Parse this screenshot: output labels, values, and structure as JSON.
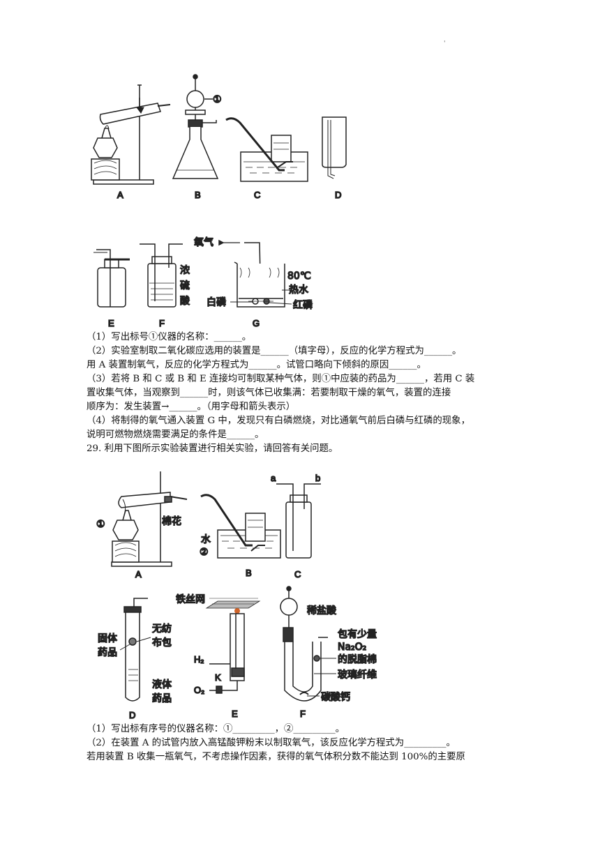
{
  "top_mark": "'",
  "figure1": {
    "labels": [
      "A",
      "B",
      "C",
      "D",
      "E",
      "F",
      "G"
    ],
    "marker_1": "①",
    "oxygen": "氧气",
    "conc_sulfuric": [
      "浓",
      "硫",
      "酸"
    ],
    "temp": "80℃",
    "hot_water": "热水",
    "white_p": "白磷",
    "red_p": "红磷"
  },
  "q28": [
    "（1）写出标号①仪器的名称：______。",
    "（2）实验室制取二氧化碳应选用的装置是______（填字母），反应的化学方程式为______。",
    "用 A 装置制氧气，反应的化学方程式为______。试管口略向下倾斜的原因______。",
    "（3）若将 B 和 C 或 B 和 E 连接均可制取某种气体，则①中应装的药品为______，若用 C 装",
    "置收集气体，当观察到______时，则该气体已收集满：若要制取干燥的氧气，装置的连接",
    "顺序为：发生装置→______。（用字母和箭头表示）",
    "（4）将制得的氧气通入装置 G 中，发现只有白磷燃烧，对比通氧气前后白磷与红磷的现象，",
    "说明可燃物燃烧需要满足的条件是______。"
  ],
  "q29_title": "29. 利用下图所示实验装置进行相关实验，请回答有关问题。",
  "figure2": {
    "labels": [
      "A",
      "B",
      "C",
      "D",
      "E",
      "F"
    ],
    "marker_1": "①",
    "marker_2": "②",
    "cotton": "棉花",
    "water": "水",
    "a": "a",
    "b": "b",
    "iron_mesh": "铁丝网",
    "dilute_hcl": "稀盐酸",
    "solid": [
      "固体",
      "药品"
    ],
    "nonwoven": [
      "无纺",
      "布包"
    ],
    "liquid": [
      "液体",
      "药品"
    ],
    "h2": "H₂",
    "o2": "O₂",
    "k": "K",
    "na2o2": [
      "包有少量",
      "Na₂O₂",
      "的脱脂棉"
    ],
    "glass_fiber": "玻璃纤维",
    "caco3": "碳酸钙"
  },
  "q29": [
    "（1）写出标有序号的仪器名称：①_________，②_________。",
    "（2）在装置 A 的试管内放入高锰酸钾粉末以制取氧气，该反应化学方程式为_________。",
    "若用装置 B 收集一瓶氧气，不考虑操作因素，获得的氧气体积分数不能达到 100%的主要原"
  ]
}
